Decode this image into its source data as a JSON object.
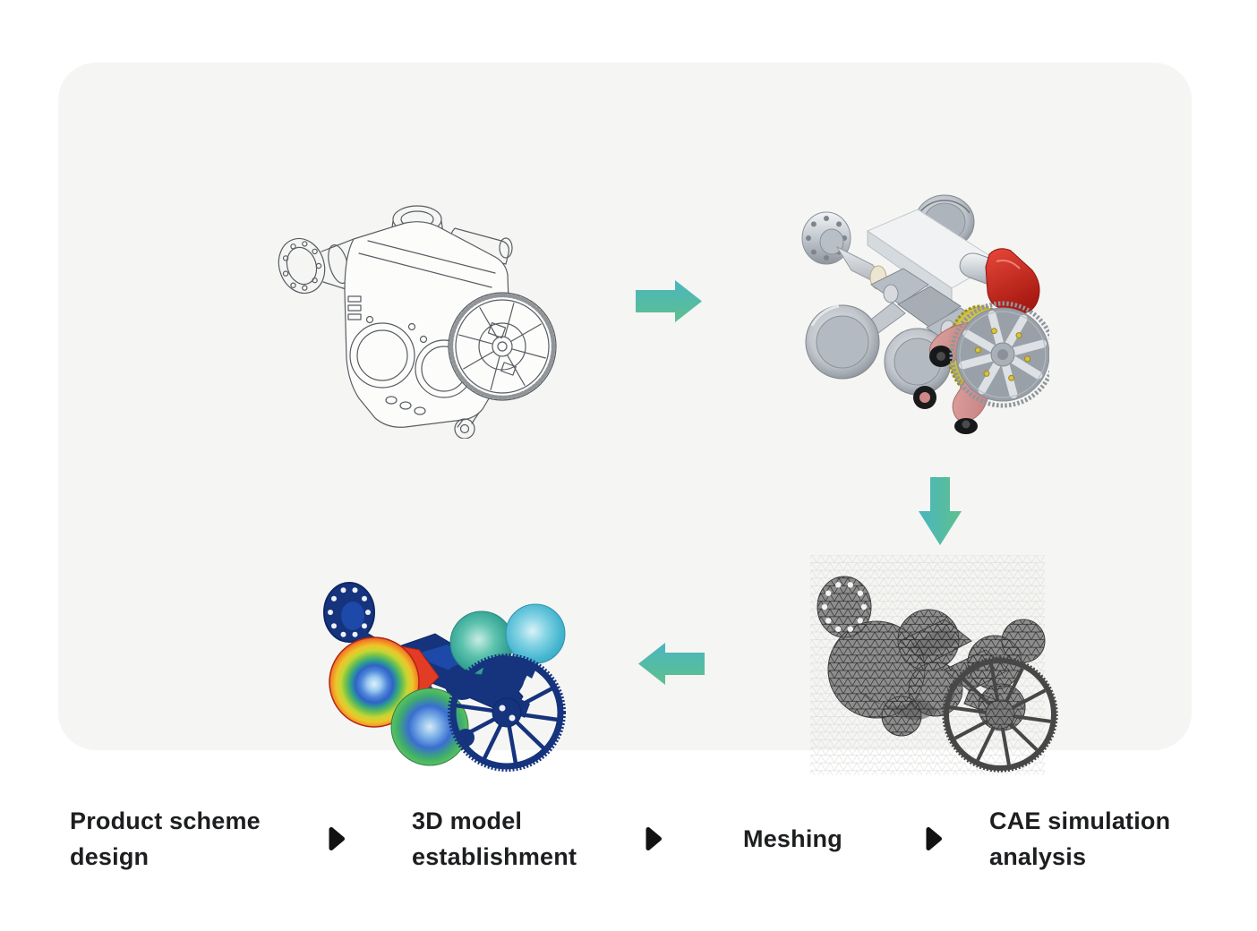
{
  "workflow": {
    "steps": [
      {
        "label": "Product scheme design",
        "image": "wireframe-engine-drawing"
      },
      {
        "label": "3D model establishment",
        "image": "cad-engine-render"
      },
      {
        "label": "Meshing",
        "image": "finite-element-mesh-model"
      },
      {
        "label": "CAE simulation analysis",
        "image": "fea-stress-contour-result"
      }
    ],
    "panel_arrows": [
      {
        "direction": "right",
        "from": "Product scheme design",
        "to": "3D model establishment"
      },
      {
        "direction": "down",
        "from": "3D model establishment",
        "to": "Meshing"
      },
      {
        "direction": "left",
        "from": "Meshing",
        "to": "CAE simulation analysis"
      }
    ]
  },
  "colors": {
    "page_bg": "#ffffff",
    "panel_bg": "#f5f5f3",
    "label_text": "#1d1e20",
    "separator": "#121212",
    "arrow_teal": "#4ab5c0",
    "arrow_green": "#5dc18d",
    "cad_red": "#c6281e",
    "cad_rose": "#d4908e",
    "cad_yellow": "#d3c84b",
    "fea_navy": "#16337e"
  }
}
